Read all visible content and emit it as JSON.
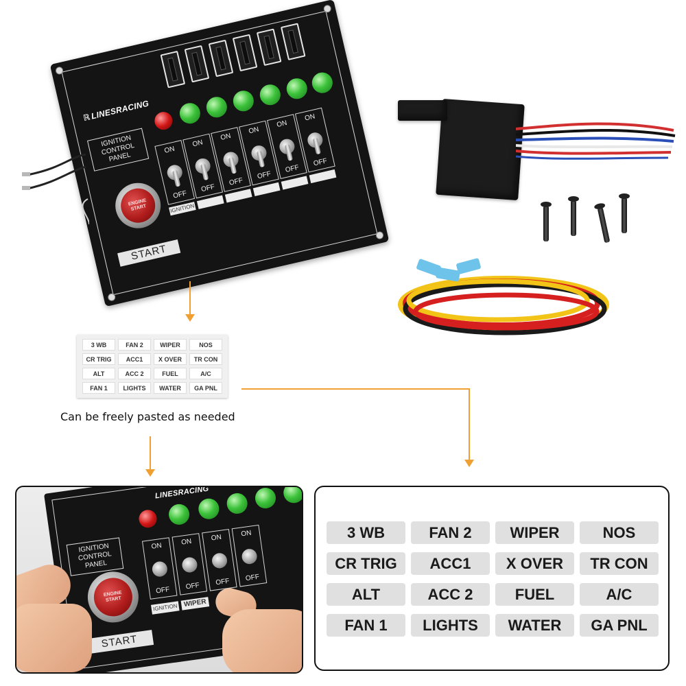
{
  "panel": {
    "brand": "LINESRACING",
    "brand_mark": "ℝ",
    "ignition_title": "IGNITION\nCONTROL\nPANEL",
    "engine_button": "ENGINE\nSTART",
    "start_label": "START",
    "switch_on": "ON",
    "switch_off": "OFF",
    "first_switch_label": "IGNITION"
  },
  "sticker_sheet": {
    "labels": [
      "3 WB",
      "FAN 2",
      "WIPER",
      "NOS",
      "CR TRIG",
      "ACC1",
      "X OVER",
      "TR CON",
      "ALT",
      "ACC 2",
      "FUEL",
      "A/C",
      "FAN 1",
      "LIGHTS",
      "WATER",
      "GA PNL"
    ]
  },
  "caption": "Can be freely pasted as needed",
  "photo": {
    "brand": "LINESRACING",
    "ignition_title": "IGNITION\nCONTROL\nPANEL",
    "engine_button": "ENGINE\nSTART",
    "start_label": "START",
    "ignition_label": "IGNITION",
    "wiper_label": "WIPER",
    "switch_on": "ON",
    "switch_off": "OFF"
  },
  "label_grid": {
    "labels": [
      "3 WB",
      "FAN 2",
      "WIPER",
      "NOS",
      "CR TRIG",
      "ACC1",
      "X OVER",
      "TR CON",
      "ALT",
      "ACC 2",
      "FUEL",
      "A/C",
      "FAN 1",
      "LIGHTS",
      "WATER",
      "GA PNL"
    ]
  },
  "colors": {
    "arrow": "#f0a032",
    "panel": "#141414",
    "led_green": "#3cc23a",
    "led_red": "#d21616"
  }
}
